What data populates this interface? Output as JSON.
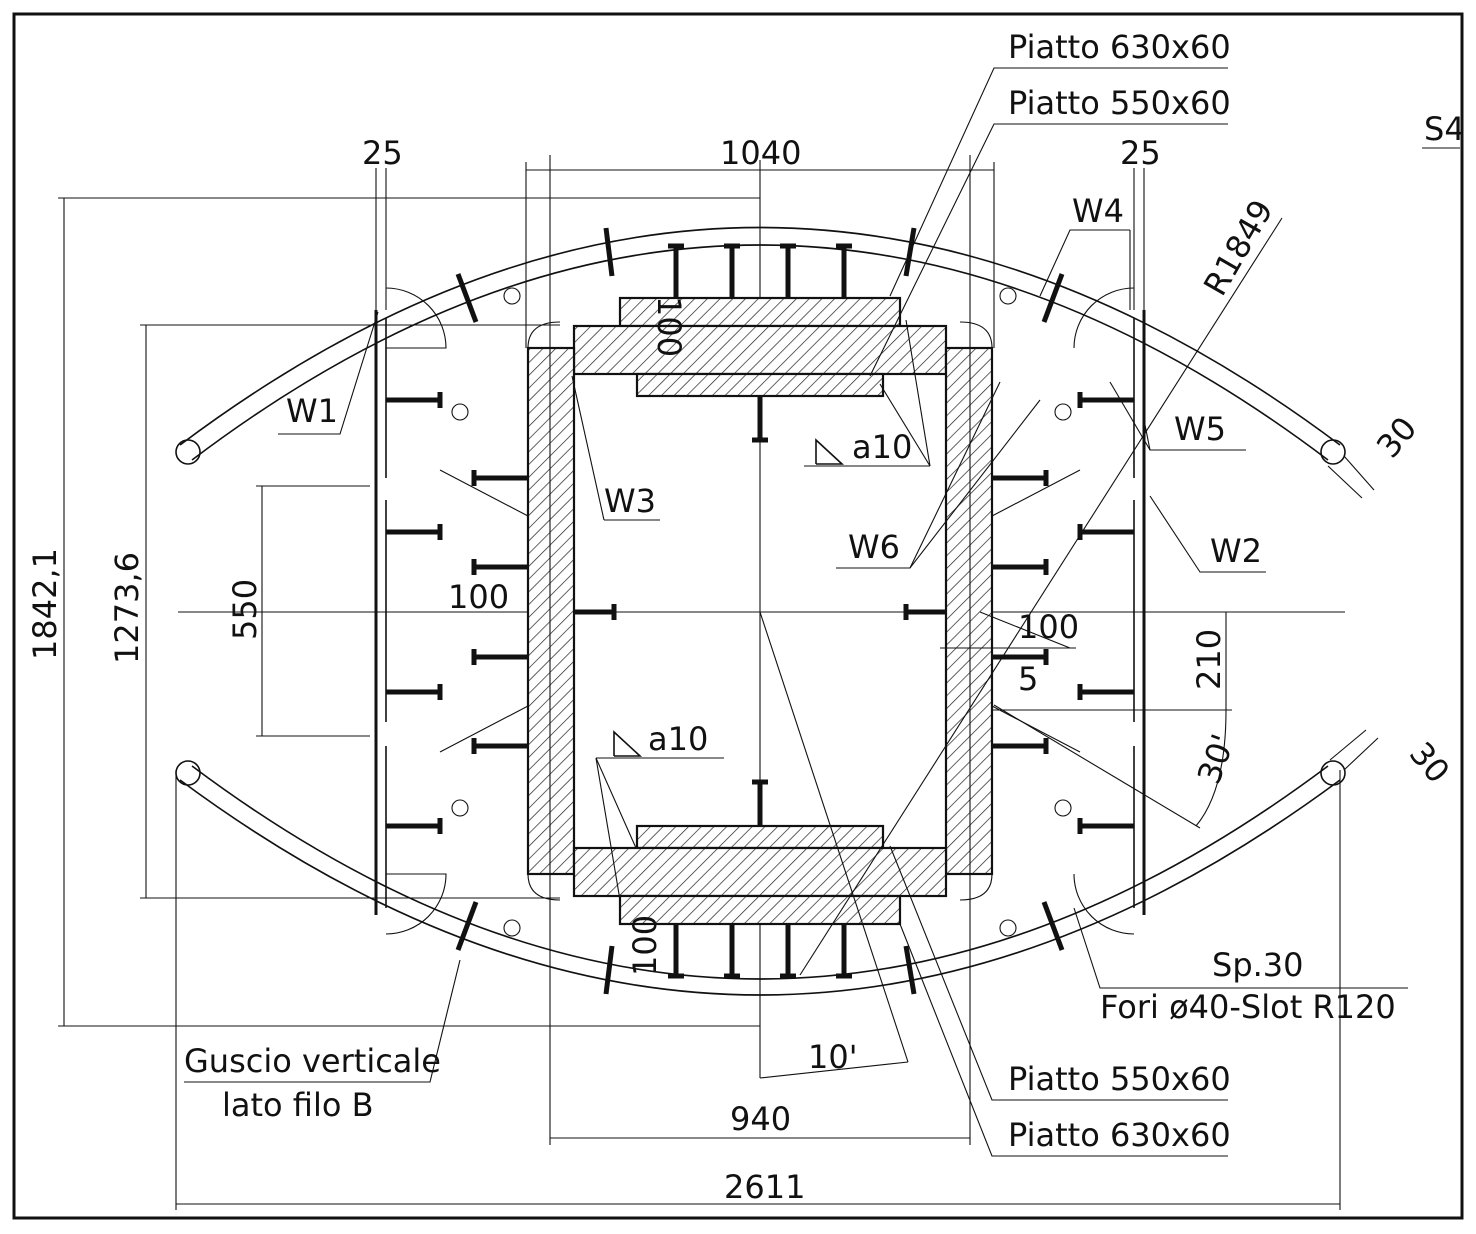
{
  "drawing": {
    "sheet_tag": "S4",
    "plates": {
      "top_outer": "Piatto 630x60",
      "top_inner": "Piatto 550x60",
      "bottom_inner": "Piatto 550x60",
      "bottom_outer": "Piatto 630x60"
    },
    "welds": {
      "w1": "W1",
      "w2": "W2",
      "w3": "W3",
      "w4": "W4",
      "w5": "W5",
      "w6": "W6",
      "throat_top": "a10",
      "throat_bottom": "a10"
    },
    "radius": "R1849",
    "dimensions": {
      "top_width": "1040",
      "left_small": "25",
      "right_small": "25",
      "overall_height": "1842,1",
      "inner_height": "1273,6",
      "slot_height": "550",
      "plate_100_top": "100",
      "plate_100_left": "100",
      "plate_100_right": "100",
      "plate_100_bottom": "100",
      "offset_5": "5",
      "dim_210": "210",
      "shell_30_top": "30",
      "shell_30_bottom": "30",
      "angle_30": "30'",
      "angle_10": "10'",
      "bottom_inner_width": "940",
      "overall_width": "2611"
    },
    "notes": {
      "shell_label_line1": "Guscio verticale",
      "shell_label_line2": "lato filo B",
      "thickness": "Sp.30",
      "holes": "Fori ø40-Slot R120"
    }
  }
}
